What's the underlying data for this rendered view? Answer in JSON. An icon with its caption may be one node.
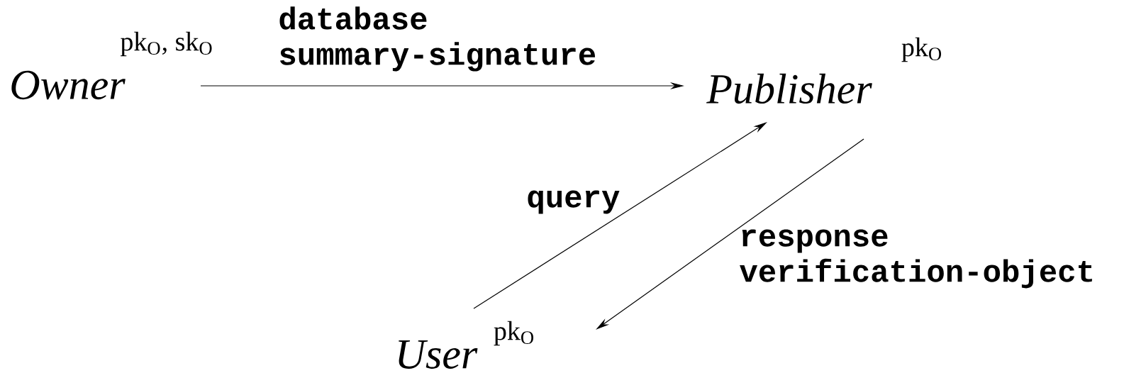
{
  "diagram": {
    "nodes": [
      {
        "text": [
          "Owner"
        ],
        "beside": [
          "pk$_{O}$, sk$_{O}$"
        ]
      },
      {
        "text": [
          "Publisher"
        ],
        "beside": [
          "pk$_{O}$"
        ]
      },
      {
        "text": [
          "User"
        ],
        "beside": [
          "pk$_{O}$"
        ]
      }
    ],
    "edges": [
      {
        "from": 0,
        "to": 1,
        "arrow": "to",
        "label": "database summary-signature"
      },
      {
        "from": 2,
        "to": 1,
        "arrow": "to",
        "label": "query"
      },
      {
        "from": 1,
        "to": 2,
        "arrow": "to",
        "label": "response verification-object"
      }
    ]
  }
}
